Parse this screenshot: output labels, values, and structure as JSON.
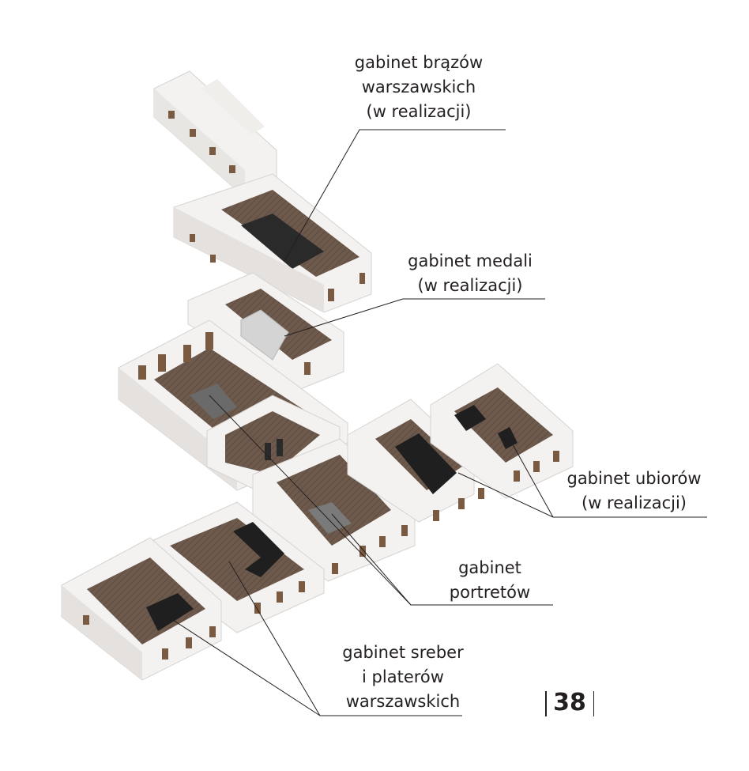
{
  "labels": {
    "brazy": [
      "gabinet brązów",
      "warszawskich",
      "(w realizacji)"
    ],
    "medali": [
      "gabinet medali",
      "(w realizacji)"
    ],
    "ubiory": [
      "gabinet ubiorów",
      "(w realizacji)"
    ],
    "portret": [
      "gabinet",
      "portretów"
    ],
    "srebra": [
      "gabinet sreber",
      "i platerów",
      "warszawskich"
    ]
  },
  "page_number": "38",
  "colors": {
    "wall": "#f4f2f0",
    "wall_shade": "#e2dfdc",
    "floor": "#6e5a4c",
    "furniture": "#2a2a2a",
    "vitrine": "#cfcfcf",
    "line": "#231f20"
  }
}
